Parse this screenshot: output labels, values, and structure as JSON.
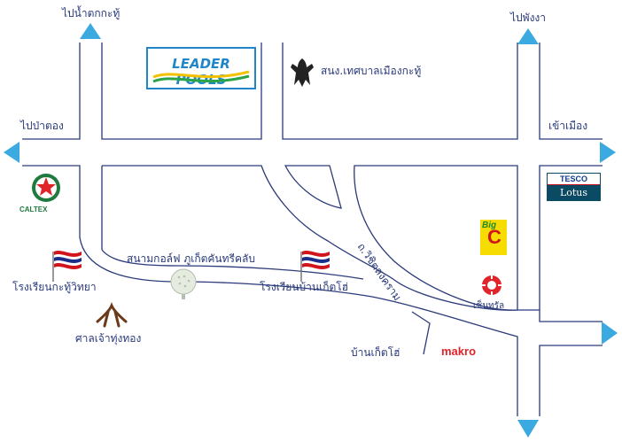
{
  "map": {
    "colors": {
      "road_edge": "#2a3a7a",
      "arrow": "#3aaae0",
      "flag_red": "#d2141d",
      "flag_blue": "#1b2f8a",
      "caltex_red": "#e0242a",
      "caltex_green": "#1e7a3e",
      "tesco_blue": "#0a4a63",
      "bigc_yellow": "#f6dc00",
      "makro_red": "#e0242a"
    },
    "directions": {
      "north_left": "ไปน้ำตกกะทู้",
      "north_right": "ไปพังงา",
      "west": "ไปป่าตอง",
      "east": "เข้าเมือง"
    },
    "places": {
      "municipality": "สนง.เทศบาลเมืองกะทู้",
      "golf": "สนามกอล์ฟ ภูเก็ตคันทรีคลับ",
      "school_kathu": "โรงเรียนกะทู้วิทยา",
      "school_ban_ket_ho": "โรงเรียนบ้านเก็ตโฮ่",
      "shrine": "ศาลเจ้าทุ่งทอง",
      "road": "ถ.วิชิตสงคราม",
      "village": "บ้านเก็ตโฮ่"
    },
    "brands": {
      "leader_pools": "LEADER POOLS",
      "caltex": "CALTEX",
      "tesco": "TESCO",
      "lotus": "Lotus",
      "big": "Big",
      "c": "C",
      "central": "เซ็นทรัล",
      "makro": "makro"
    },
    "icons": [
      "arrow-up-icon",
      "arrow-left-icon",
      "arrow-right-icon",
      "arrow-down-icon",
      "thai-flag-icon",
      "golf-ball-icon",
      "garuda-emblem-icon",
      "shrine-icon",
      "caltex-star-icon",
      "central-sun-icon"
    ]
  }
}
